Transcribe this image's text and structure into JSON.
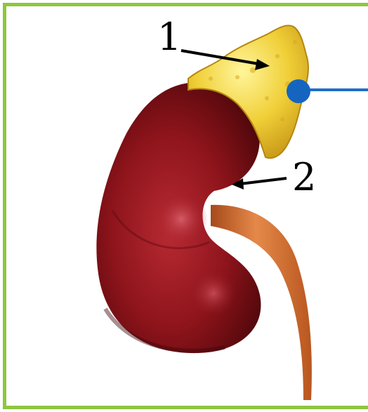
{
  "labels": {
    "one": "1",
    "two": "2"
  },
  "colors": {
    "frame": "#8ec63f",
    "adrenal_gland": "#f2d436",
    "kidney": "#8e141b",
    "ureter": "#d9772f",
    "pointer_dot": "#1565c0"
  },
  "parts": [
    "adrenal-gland",
    "kidney",
    "ureter"
  ]
}
